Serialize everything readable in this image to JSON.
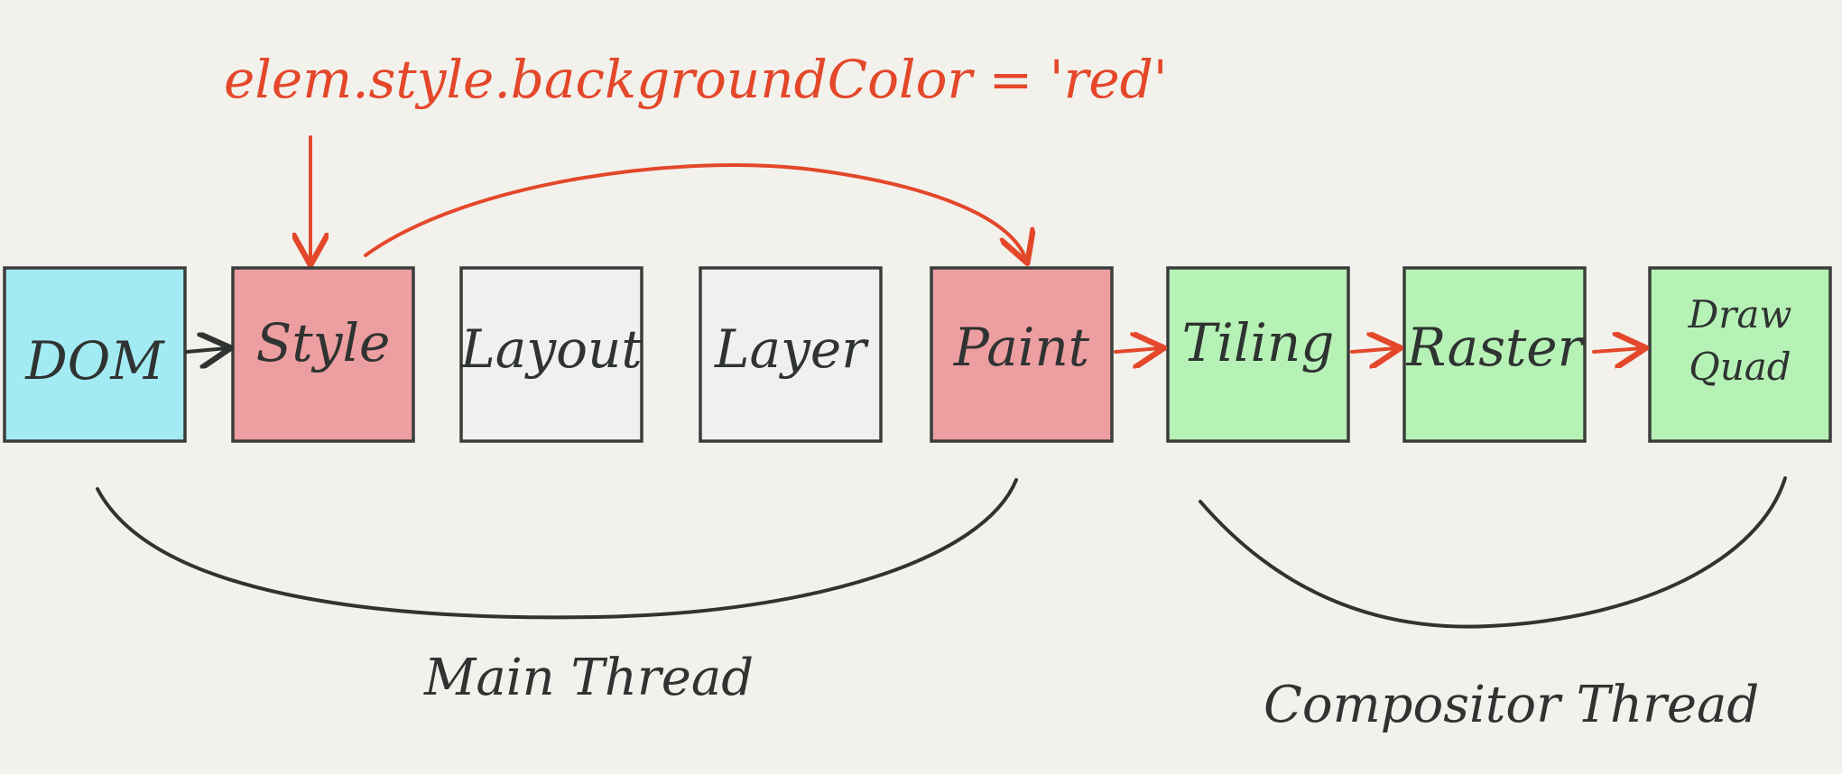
{
  "annotation": {
    "text": "elem.style.backgroundColor = 'red'",
    "color": "#e4472a"
  },
  "stages": [
    {
      "id": "dom",
      "label": "DOM",
      "fill": "#a2ebf3",
      "thread": "main"
    },
    {
      "id": "style",
      "label": "Style",
      "fill": "#ec9ea1",
      "thread": "main"
    },
    {
      "id": "layout",
      "label": "Layout",
      "fill": "#f0f0f0",
      "thread": "main"
    },
    {
      "id": "layer",
      "label": "Layer",
      "fill": "#f0f0f0",
      "thread": "main"
    },
    {
      "id": "paint",
      "label": "Paint",
      "fill": "#ec9ea1",
      "thread": "main"
    },
    {
      "id": "tiling",
      "label": "Tiling",
      "fill": "#b6f2b5",
      "thread": "compositor"
    },
    {
      "id": "raster",
      "label": "Raster",
      "fill": "#b6f2b5",
      "thread": "compositor"
    },
    {
      "id": "draw-quad",
      "label_line1": "Draw",
      "label_line2": "Quad",
      "fill": "#b6f2b5",
      "thread": "compositor"
    }
  ],
  "threads": {
    "main": {
      "label": "Main Thread"
    },
    "compositor": {
      "label": "Compositor Thread"
    }
  },
  "colors": {
    "ink": "#2f3331",
    "red": "#e4472a",
    "background": "#f2f1ec"
  }
}
